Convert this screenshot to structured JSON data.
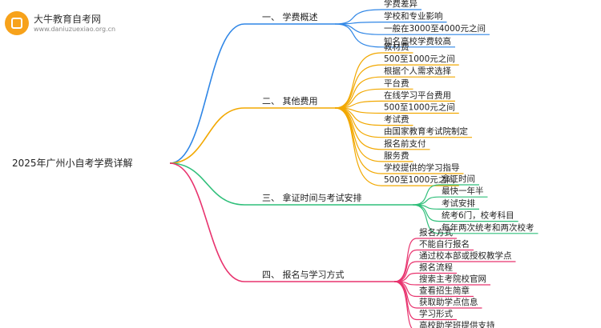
{
  "brand": {
    "name": "大牛教育自考网",
    "url": "www.daniuzuexiao.org.cn"
  },
  "root": {
    "label": "2025年广州小自考学费详解"
  },
  "branches": [
    {
      "label": "一、 学费概述",
      "color": "#2f86e6",
      "leaves": [
        "学费差异",
        "学校和专业影响",
        "一般在3000至4000元之间",
        "知名高校学费较高"
      ]
    },
    {
      "label": "二、 其他费用",
      "color": "#f2a800",
      "leaves": [
        "教材费",
        "500至1000元之间",
        "根据个人需求选择",
        "平台费",
        "在线学习平台费用",
        "500至1000元之间",
        "考试费",
        "由国家教育考试院制定",
        "报名前支付",
        "服务费",
        "学校提供的学习指导",
        "500至1000元之间"
      ]
    },
    {
      "label": "三、 拿证时间与考试安排",
      "color": "#2fbf7a",
      "leaves": [
        "拿证时间",
        "最快一年半",
        "考试安排",
        "统考6门，校考科目",
        "每年两次统考和两次校考"
      ]
    },
    {
      "label": "四、 报名与学习方式",
      "color": "#e8336e",
      "leaves": [
        "报名方式",
        "不能自行报名",
        "通过校本部或授权教学点",
        "报名流程",
        "搜索主考院校官网",
        "查看招生简章",
        "获取助学点信息",
        "学习形式",
        "高校助学班提供支持"
      ]
    }
  ]
}
